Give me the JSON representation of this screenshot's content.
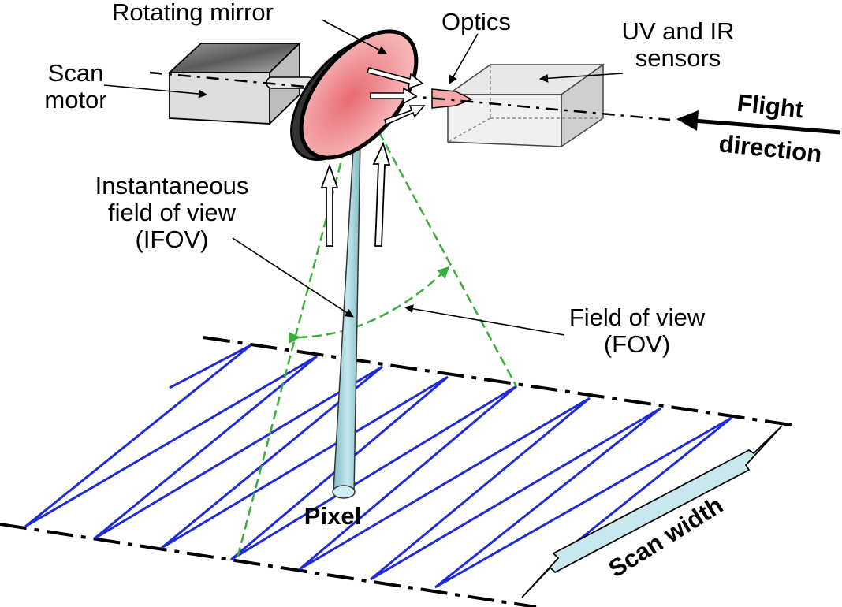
{
  "labels": {
    "rotating_mirror": "Rotating mirror",
    "optics": "Optics",
    "sensors_line1": "UV and IR",
    "sensors_line2": "sensors",
    "scan_motor_line1": "Scan",
    "scan_motor_line2": "motor",
    "flight_line1": "Flight",
    "flight_line2": "direction",
    "ifov_line1": "Instantaneous",
    "ifov_line2": "field of view",
    "ifov_line3": "(IFOV)",
    "fov_line1": "Field of view",
    "fov_line2": "(FOV)",
    "pixel": "Pixel",
    "scan_width": "Scan width"
  },
  "colors": {
    "scan_lines": "#1f2bd6",
    "fov_lines": "#3aae3a",
    "ifov_beam": "#a8d6dc",
    "mirror": "#f4a8aa",
    "box_face": "#dcdcdc",
    "scan_width_arrow": "#c8e8ee"
  }
}
